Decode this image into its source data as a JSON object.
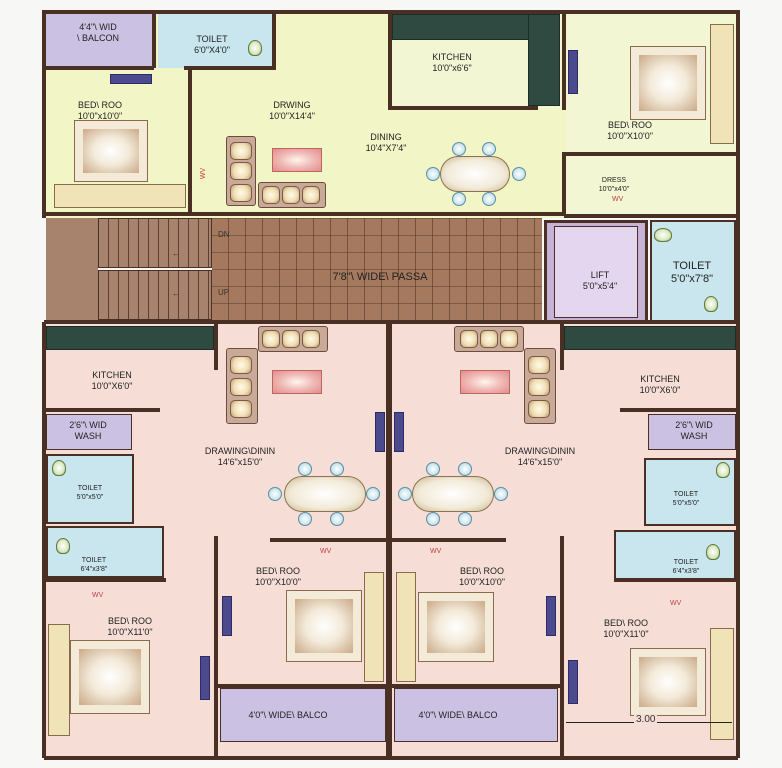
{
  "title": "",
  "colors": {
    "balcony": "#cbc2e3",
    "toilet": "#c9e6ef",
    "kitchen_top": "#f2f6d3",
    "living_top": "#f2f6c6",
    "passage": "#a5795d",
    "pink_flat": "#f6ded7",
    "lift": "#d9c8e6",
    "wall": "#4a2f24"
  },
  "top": {
    "balcony": {
      "name": "4'4\"\\ WID",
      "dim": "\\ BALCON"
    },
    "toilet": {
      "name": "TOILET",
      "dim": "6'0\"X4'0\""
    },
    "kitchen": {
      "name": "KITCHEN",
      "dim": "10'0\"x6'6\""
    },
    "bed_left": {
      "name": "BED\\ ROO",
      "dim": "10'0\"x10'0\""
    },
    "drawing": {
      "name": "DRWING",
      "dim": "10'0\"X14'4\""
    },
    "dining": {
      "name": "DINING",
      "dim": "10'4\"X7'4\""
    },
    "bed_right": {
      "name": "BED\\ ROO",
      "dim": "10'0\"X10'0\""
    },
    "dress": {
      "name": "DRESS",
      "dim": "10'0\"x4'0\""
    },
    "wv": "WV"
  },
  "core": {
    "passage": "7'8\"\\ WIDE\\ PASSA",
    "dn": "DN",
    "up": "UP",
    "lift": {
      "name": "LIFT",
      "dim": "5'0\"x5'4\""
    },
    "toilet": {
      "name": "TOILET",
      "dim": "5'0\"x7'8\""
    }
  },
  "left_flat": {
    "kitchen": {
      "name": "KITCHEN",
      "dim": "10'0\"X6'0\""
    },
    "wash": {
      "name": "2'6\"\\ WID",
      "dim": "WASH"
    },
    "toilet1": {
      "name": "TOILET",
      "dim": "5'0\"x5'0\""
    },
    "toilet2": {
      "name": "TOILET",
      "dim": "6'4\"x3'8\""
    },
    "drawing": {
      "name": "DRAWING\\DININ",
      "dim": "14'6\"x15'0\""
    },
    "bed1": {
      "name": "BED\\ ROO",
      "dim": "10'0\"X10'0\""
    },
    "bed2": {
      "name": "BED\\ ROO",
      "dim": "10'0\"X11'0\""
    },
    "balcony": "4'0\"\\ WIDE\\ BALCO",
    "wv": "WV"
  },
  "right_flat": {
    "kitchen": {
      "name": "KITCHEN",
      "dim": "10'0\"X6'0\""
    },
    "wash": {
      "name": "2'6\"\\ WID",
      "dim": "WASH"
    },
    "toilet1": {
      "name": "TOILET",
      "dim": "5'0\"x5'0\""
    },
    "toilet2": {
      "name": "TOILET",
      "dim": "6'4\"x3'8\""
    },
    "drawing": {
      "name": "DRAWING\\DININ",
      "dim": "14'6\"x15'0\""
    },
    "bed1": {
      "name": "BED\\ ROO",
      "dim": "10'0\"X10'0\""
    },
    "bed2": {
      "name": "BED\\ ROO",
      "dim": "10'0\"X11'0\""
    },
    "balcony": "4'0\"\\ WIDE\\ BALCO",
    "wv": "WV"
  },
  "dimension_mark": "3.00"
}
